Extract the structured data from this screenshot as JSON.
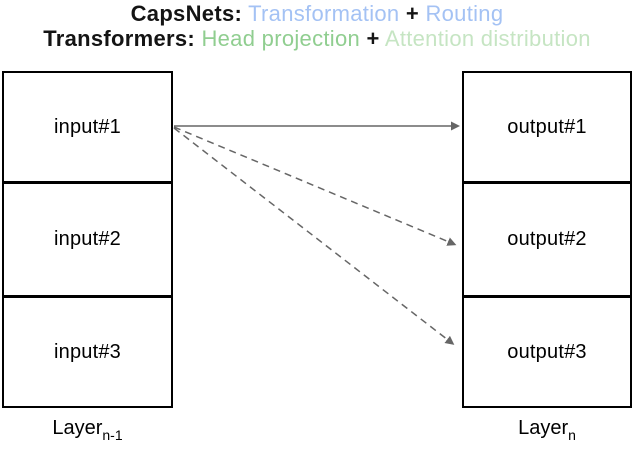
{
  "title": {
    "line1": {
      "prefix": "CapsNets:",
      "term1": "Transformation",
      "plus": "+",
      "term2": "Routing"
    },
    "line2": {
      "prefix": "Transformers:",
      "term1": "Head projection",
      "plus": "+",
      "term2": "Attention distribution"
    }
  },
  "left_column": {
    "boxes": [
      "input#1",
      "input#2",
      "input#3"
    ],
    "label": {
      "base": "Layer",
      "subscript": "n-1"
    }
  },
  "right_column": {
    "boxes": [
      "output#1",
      "output#2",
      "output#3"
    ],
    "label": {
      "base": "Layer",
      "subscript": "n"
    }
  },
  "connections": [
    {
      "from": "input#1",
      "to": "output#1",
      "style": "solid"
    },
    {
      "from": "input#1",
      "to": "output#2",
      "style": "dashed"
    },
    {
      "from": "input#1",
      "to": "output#3",
      "style": "dashed"
    }
  ],
  "colors": {
    "capsnets_terms": "#a4c2f4",
    "transformers_term1": "#90ce90",
    "transformers_term2": "#c6e5c3",
    "box_border": "#000000",
    "arrow": "#666666",
    "title_black": "#141414"
  }
}
